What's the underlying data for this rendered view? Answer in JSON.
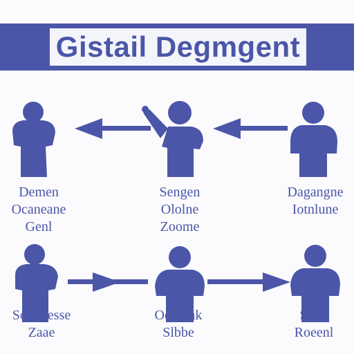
{
  "colors": {
    "primary": "#4b56a8",
    "banner_box": "#f4f5fb",
    "background": "#fbfbfd"
  },
  "title": "Gistail Degmgent",
  "nodes": [
    {
      "id": "top-left",
      "icon": "person-hand-to-face-icon",
      "label": [
        "Demen",
        "Ocaneane",
        "Genl"
      ]
    },
    {
      "id": "top-center",
      "icon": "person-pointing-icon",
      "label": [
        "Sengen",
        "Ololne",
        "Zoome"
      ]
    },
    {
      "id": "top-right",
      "icon": "person-icon",
      "label": [
        "Dagangne",
        "Iotnlune"
      ]
    },
    {
      "id": "bottom-left",
      "icon": "person-hand-to-face-icon",
      "label": [
        "Sonnnesse",
        "Zaae"
      ]
    },
    {
      "id": "bottom-center",
      "icon": "person-icon",
      "label": [
        "Odeblnk",
        "Slbbe"
      ]
    },
    {
      "id": "bottom-right",
      "icon": "person-icon",
      "label": [
        "Seltn",
        "Roeenl"
      ]
    }
  ],
  "arrows": [
    {
      "from": "top-center",
      "to": "top-left",
      "direction": "left"
    },
    {
      "from": "top-right",
      "to": "top-center",
      "direction": "left"
    },
    {
      "from": "bottom-left",
      "to": "bottom-center",
      "direction": "right"
    },
    {
      "from": "bottom-center",
      "to": "bottom-right",
      "direction": "right"
    }
  ]
}
